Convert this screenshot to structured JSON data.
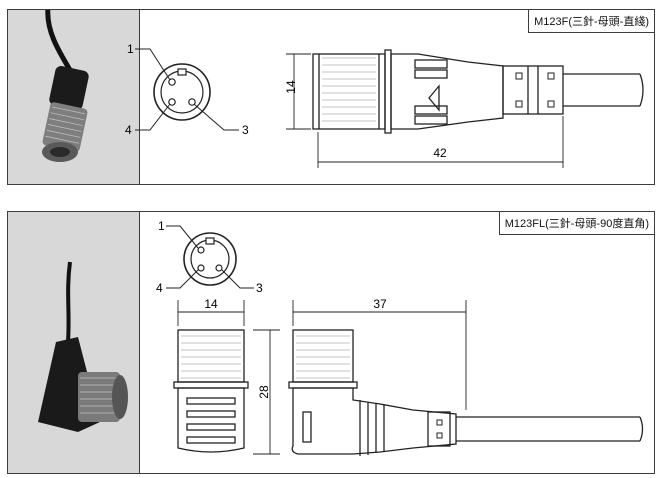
{
  "panels": [
    {
      "model_label": "M123F(三針-母頭-直綫)",
      "pins": [
        "1",
        "4",
        "3"
      ],
      "dimensions": {
        "height": "14",
        "length": "42"
      }
    },
    {
      "model_label": "M123FL(三針-母頭-90度直角)",
      "pins": [
        "1",
        "4",
        "3"
      ],
      "dimensions": {
        "width": "14",
        "length": "37",
        "height": "28"
      }
    }
  ]
}
